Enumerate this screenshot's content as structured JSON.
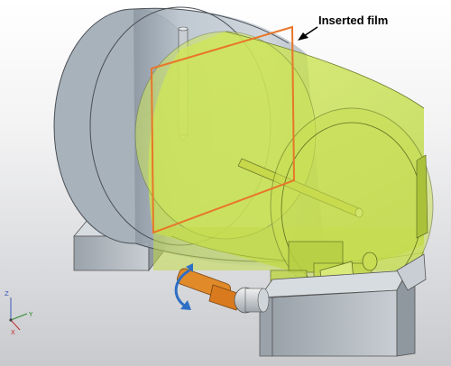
{
  "annotation": {
    "text": "Inserted film",
    "arrow_icon": "arrow-left-icon"
  },
  "colors": {
    "background": "#f3f3f4",
    "housing_gray": "#b9c3cc",
    "film_frame": "#e8762a",
    "inner_cylinder": "#c9e04a",
    "handle": "#e08a2a",
    "rotation_arrow": "#2d6fc4"
  },
  "axis_triad": {
    "z_label": "Z",
    "y_label": "Y",
    "x_label": "X"
  }
}
